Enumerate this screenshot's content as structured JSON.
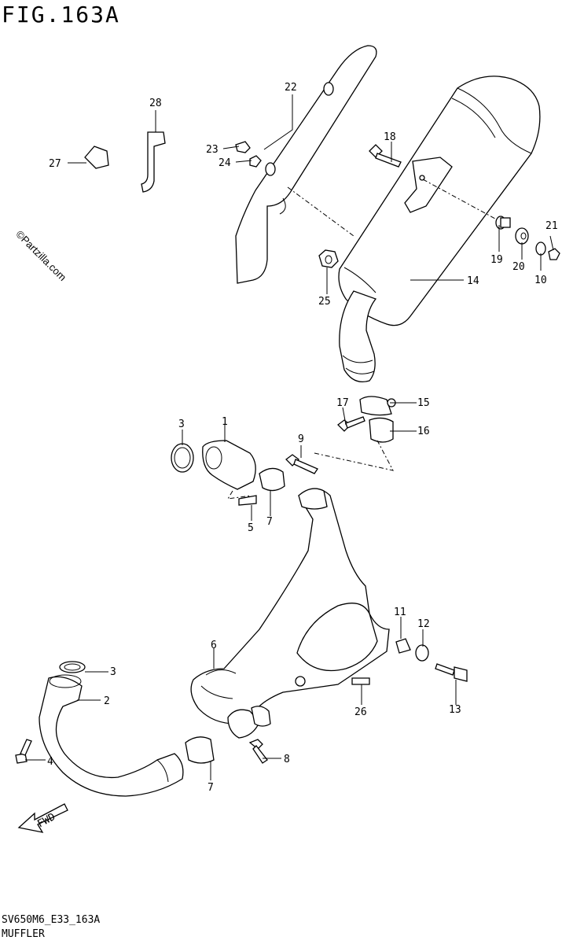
{
  "figure": {
    "title": "FIG.163A",
    "code": "SV650M6_E33_163A",
    "name": "MUFFLER"
  },
  "watermark": "©Partzilla.com",
  "fwd_label": "FWD",
  "callouts": [
    {
      "id": "c1",
      "label": "1"
    },
    {
      "id": "c2",
      "label": "2"
    },
    {
      "id": "c3a",
      "label": "3"
    },
    {
      "id": "c3b",
      "label": "3"
    },
    {
      "id": "c4",
      "label": "4"
    },
    {
      "id": "c5",
      "label": "5"
    },
    {
      "id": "c6",
      "label": "6"
    },
    {
      "id": "c7a",
      "label": "7"
    },
    {
      "id": "c7b",
      "label": "7"
    },
    {
      "id": "c8",
      "label": "8"
    },
    {
      "id": "c9",
      "label": "9"
    },
    {
      "id": "c10",
      "label": "10"
    },
    {
      "id": "c11",
      "label": "11"
    },
    {
      "id": "c12",
      "label": "12"
    },
    {
      "id": "c13",
      "label": "13"
    },
    {
      "id": "c14",
      "label": "14"
    },
    {
      "id": "c15",
      "label": "15"
    },
    {
      "id": "c16",
      "label": "16"
    },
    {
      "id": "c17",
      "label": "17"
    },
    {
      "id": "c18",
      "label": "18"
    },
    {
      "id": "c19",
      "label": "19"
    },
    {
      "id": "c20",
      "label": "20"
    },
    {
      "id": "c21",
      "label": "21"
    },
    {
      "id": "c22",
      "label": "22"
    },
    {
      "id": "c23",
      "label": "23"
    },
    {
      "id": "c24",
      "label": "24"
    },
    {
      "id": "c25",
      "label": "25"
    },
    {
      "id": "c26",
      "label": "26"
    },
    {
      "id": "c27",
      "label": "27"
    },
    {
      "id": "c28",
      "label": "28"
    }
  ]
}
